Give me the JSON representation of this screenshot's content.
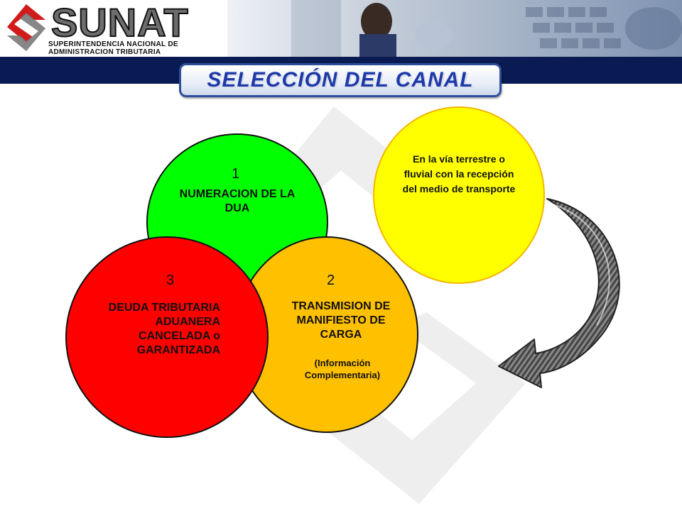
{
  "header": {
    "logo": "SUNAT",
    "subtitle": "SUPERINTENDENCIA NACIONAL DE ADMINISTRACION TRIBUTARIA"
  },
  "title": "SELECCIÓN DEL CANAL",
  "steps": [
    {
      "number": "1",
      "label": "NUMERACION DE LA DUA",
      "color": "#00ff00"
    },
    {
      "number": "2",
      "label": "TRANSMISION DE MANIFIESTO DE CARGA",
      "note": "(Información Complementaria)",
      "color": "#ffc000"
    },
    {
      "number": "3",
      "label": "DEUDA TRIBUTARIA ADUANERA CANCELADA o GARANTIZADA",
      "color": "#ff0000"
    }
  ],
  "note": {
    "text": "En la vía terrestre o fluvial con la recepción del medio de transporte",
    "color": "#ffff00"
  },
  "colors": {
    "navy": "#0a1a52",
    "title": "#1f3aa8"
  }
}
